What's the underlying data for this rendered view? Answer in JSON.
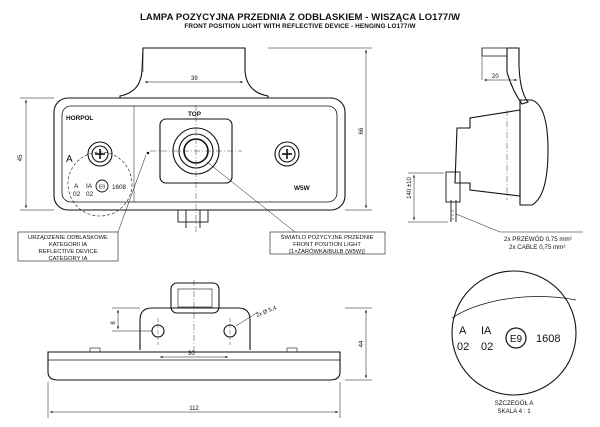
{
  "title": "LAMPA POZYCYJNA PRZEDNIA Z ODBLASKIEM - WISZĄCA LO177/W",
  "subtitle": "FRONT POSITION LIGHT WITH REFLECTIVE DEVICE - HENGING LO177/W",
  "front_view": {
    "label_horpol": "HORPOL",
    "label_top": "TOP",
    "label_a": "A",
    "label_w5w": "W5W",
    "marking_a": "A",
    "marking_ia": "IA",
    "marking_02a": "02",
    "marking_02b": "02",
    "marking_e9": "E9",
    "marking_1608": "1608",
    "dim_width": "39",
    "dim_height_left": "45",
    "dim_height_right": "66"
  },
  "callouts": {
    "reflective_device": [
      "URZĄDZENIE ODBLASKOWE",
      "KATEGORII IA",
      "REFLECTIVE DEVICE",
      "CATEGORY IA"
    ],
    "position_light": [
      "ŚWIATŁO POZYCYJNE PRZEDNIE",
      "FRONT POSITION LIGHT",
      "[1×ŻARÓWKA/BULB (W5W)]"
    ]
  },
  "side_view": {
    "dim_top": "20",
    "dim_vertical": "140 ±10",
    "cable_pl": "2x PRZEWÓD 0,75 mm²",
    "cable_en": "2x CABLE 0,75 mm²"
  },
  "bottom_view": {
    "dim_8": "8",
    "dim_hole": "2x Ø 5,4",
    "dim_30": "30",
    "dim_44": "44",
    "dim_112": "112"
  },
  "detail": {
    "marking_a": "A",
    "marking_ia": "IA",
    "marking_02a": "02",
    "marking_02b": "02",
    "marking_e9": "E9",
    "marking_1608": "1608",
    "caption_pl": "SZCZEGÓŁ A",
    "caption_scale": "SKALA 4 : 1"
  }
}
